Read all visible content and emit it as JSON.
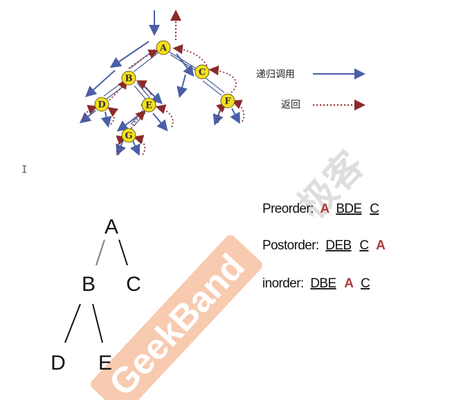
{
  "diagram": {
    "nodes": [
      "A",
      "B",
      "C",
      "D",
      "E",
      "F",
      "G"
    ],
    "legend": {
      "call_label": "递归调用",
      "return_label": "返回",
      "call_color": "#4a5fa8",
      "return_color": "#8b2a2a"
    },
    "node_fill": "#f4df1e"
  },
  "tree": {
    "nodes": [
      "A",
      "B",
      "C",
      "D",
      "E"
    ]
  },
  "traversals": {
    "preorder": {
      "label": "Preorder:",
      "root": "A",
      "left": "BDE",
      "right": "C"
    },
    "postorder": {
      "label": "Postorder:",
      "left": "DEB",
      "right": "C",
      "root": "A"
    },
    "inorder": {
      "label": "inorder:",
      "left": "DBE",
      "root": "A",
      "right": "C"
    },
    "root_color": "#b03a3a"
  },
  "watermark": {
    "text": "GeekBand",
    "chinese": "极客",
    "color": "#f3a77c"
  }
}
